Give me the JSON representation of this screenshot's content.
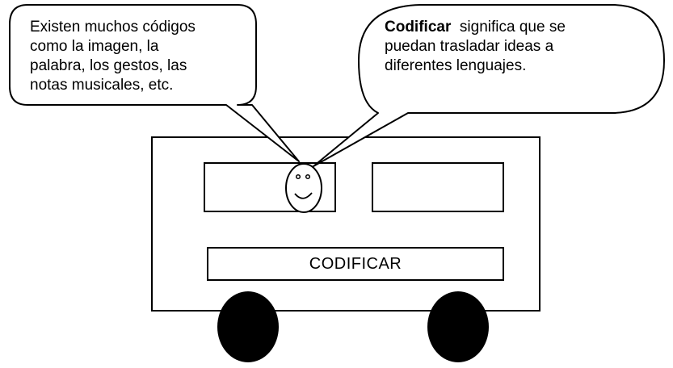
{
  "left_bubble": {
    "lines": [
      "Existen muchos códigos",
      "como la imagen, la",
      "palabra, los gestos, las",
      "notas musicales, etc."
    ]
  },
  "right_bubble": {
    "bold_word": "Codificar",
    "rest_first_line": "significa que se",
    "lines": [
      "puedan trasladar ideas a",
      "diferentes lenguajes."
    ]
  },
  "wagon": {
    "label": "CODIFICAR"
  },
  "colors": {
    "stroke": "#000000",
    "fill": "#ffffff",
    "wheel": "#000000"
  }
}
